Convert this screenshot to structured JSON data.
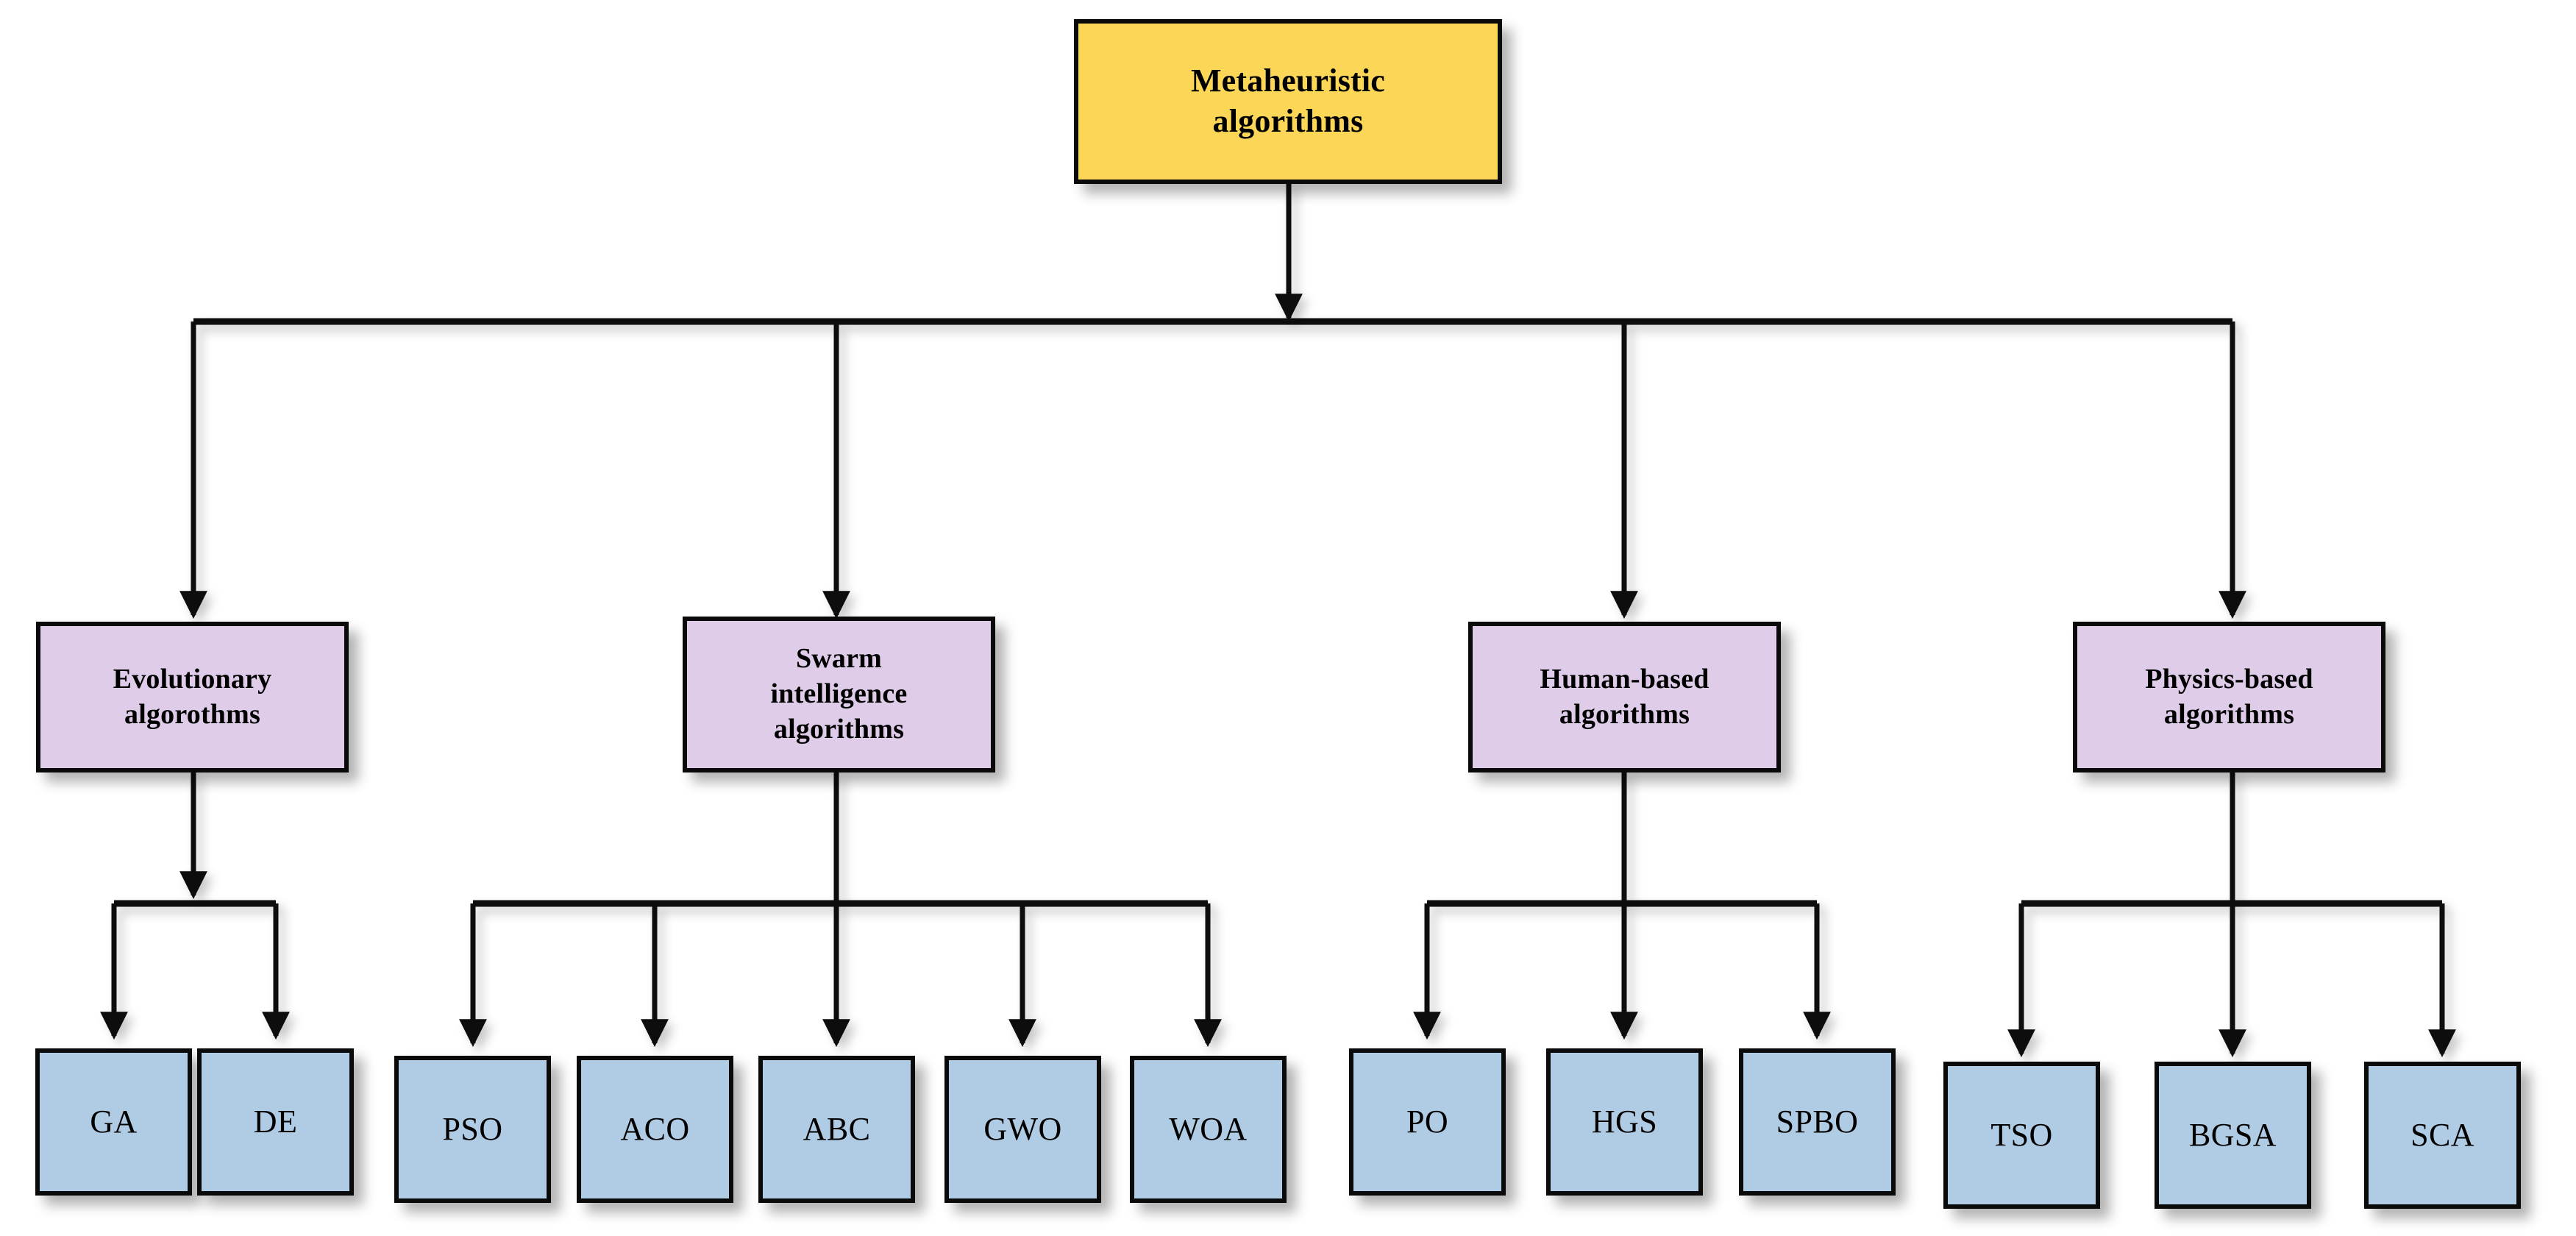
{
  "diagram": {
    "type": "hierarchy-tree",
    "title": "Metaheuristic algorithms",
    "orientation": "top-down",
    "levels": 3,
    "colors": {
      "root_fill": "#fcd757",
      "category_fill": "#decce9",
      "leaf_fill": "#b0cbe4",
      "stroke": "#0a0a0a",
      "text": "#000000",
      "background": "#ffffff"
    }
  },
  "root": {
    "id": "metaheuristic-algorithms",
    "label": "Metaheuristic\nalgorithms",
    "fill": "#fcd757"
  },
  "categories": [
    {
      "id": "evolutionary-algorithms",
      "label": "Evolutionary\nalgorothms",
      "fill": "#decce9",
      "children": [
        {
          "id": "ga",
          "label": "GA"
        },
        {
          "id": "de",
          "label": "DE"
        }
      ]
    },
    {
      "id": "swarm-intelligence-algorithms",
      "label": "Swarm\nintelligence\nalgorithms",
      "fill": "#decce9",
      "children": [
        {
          "id": "pso",
          "label": "PSO"
        },
        {
          "id": "aco",
          "label": "ACO"
        },
        {
          "id": "abc",
          "label": "ABC"
        },
        {
          "id": "gwo",
          "label": "GWO"
        },
        {
          "id": "woa",
          "label": "WOA"
        }
      ]
    },
    {
      "id": "human-based-algorithms",
      "label": "Human-based\nalgorithms",
      "fill": "#decce9",
      "children": [
        {
          "id": "po",
          "label": "PO"
        },
        {
          "id": "hgs",
          "label": "HGS"
        },
        {
          "id": "spbo",
          "label": "SPBO"
        }
      ]
    },
    {
      "id": "physics-based-algorithms",
      "label": "Physics-based\nalgorithms",
      "fill": "#decce9",
      "children": [
        {
          "id": "tso",
          "label": "TSO"
        },
        {
          "id": "bgsa",
          "label": "BGSA"
        },
        {
          "id": "sca",
          "label": "SCA"
        }
      ]
    }
  ]
}
